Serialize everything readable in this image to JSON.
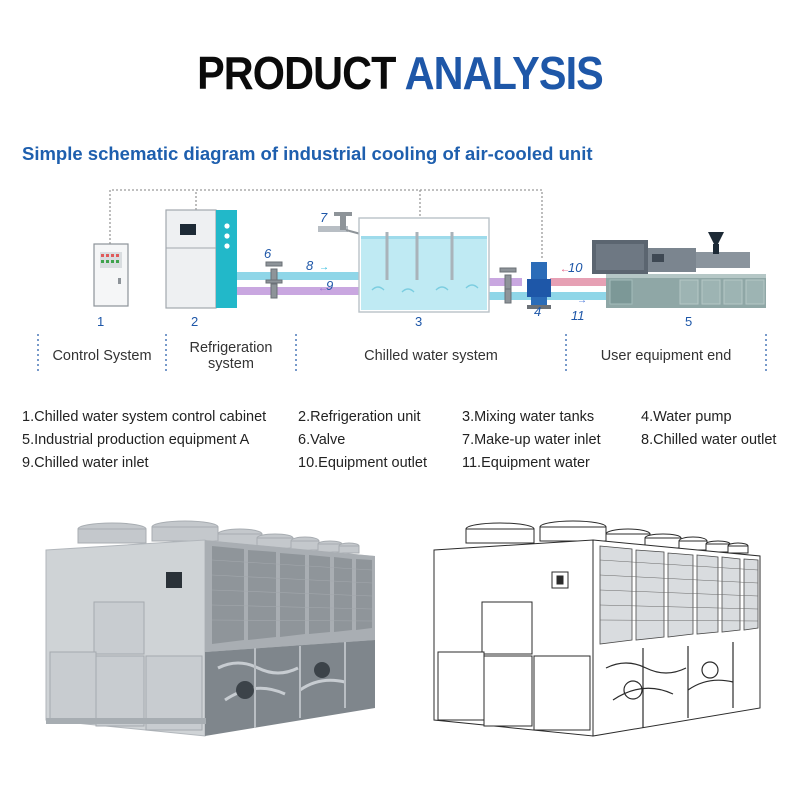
{
  "title": {
    "word1": "PRODUCT",
    "word2": "ANALYSIS"
  },
  "subtitle": "Simple schematic diagram of industrial cooling of air-cooled unit",
  "diagram": {
    "part_numbers": [
      "1",
      "2",
      "3",
      "4",
      "5",
      "6",
      "7",
      "8",
      "9",
      "10",
      "11"
    ],
    "segments": [
      "Control System",
      "Refrigeration system",
      "Chilled water system",
      "User equipment end"
    ]
  },
  "legend": [
    "1.Chilled water system control cabinet",
    "2.Refrigeration unit",
    "3.Mixing water tanks",
    "4.Water pump",
    "5.Industrial production equipment A",
    "6.Valve",
    "7.Make-up water inlet",
    "8.Chilled water outlet",
    "9.Chilled water inlet",
    "10.Equipment outlet",
    "11.Equipment water"
  ],
  "colors": {
    "accent": "#1e57a8",
    "subtitle": "#1e5fae",
    "chilled_water": "#8fd6e8",
    "return_pipe": "#c9a7e0",
    "outlet_pipe": "#e6a0b4",
    "unit_panel": "#9aa0a6"
  },
  "icons": [
    "control-cabinet-icon",
    "refrigeration-unit-icon",
    "mixing-tank-icon",
    "water-pump-icon",
    "injection-machine-icon",
    "valve-icon",
    "chiller-unit-photo",
    "chiller-unit-line-drawing"
  ]
}
